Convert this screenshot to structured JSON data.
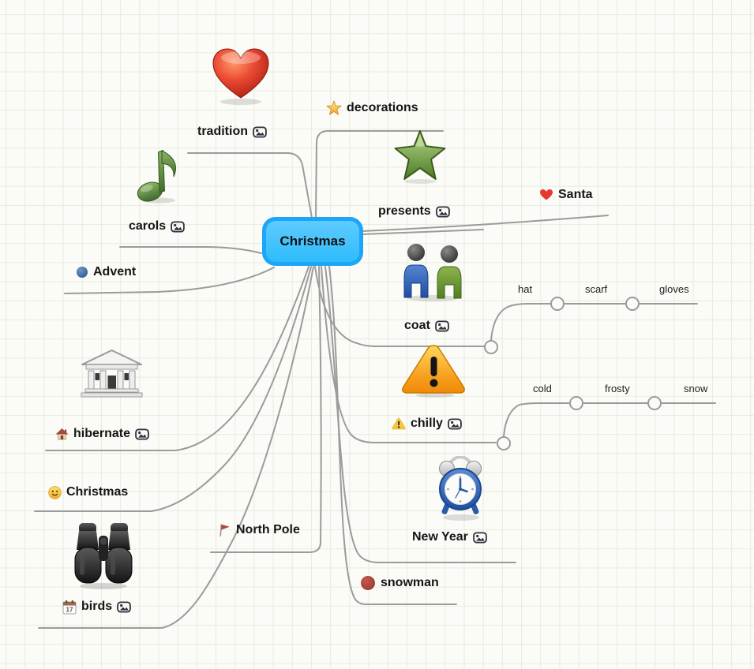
{
  "root": {
    "label": "Christmas"
  },
  "branches": {
    "tradition": {
      "label": "tradition",
      "has_image_icon": true
    },
    "carols": {
      "label": "carols",
      "has_image_icon": true
    },
    "advent": {
      "label": "Advent"
    },
    "hibernate": {
      "label": "hibernate",
      "has_image_icon": true
    },
    "christmas_left": {
      "label": "Christmas"
    },
    "birds": {
      "label": "birds",
      "has_image_icon": true,
      "calendar_day": "17"
    },
    "north_pole": {
      "label": "North Pole"
    },
    "decorations": {
      "label": "decorations"
    },
    "presents": {
      "label": "presents",
      "has_image_icon": true
    },
    "santa": {
      "label": "Santa"
    },
    "coat": {
      "label": "coat",
      "has_image_icon": true,
      "children": [
        {
          "label": "hat"
        },
        {
          "label": "scarf"
        },
        {
          "label": "gloves"
        }
      ]
    },
    "chilly": {
      "label": "chilly",
      "has_image_icon": true,
      "children": [
        {
          "label": "cold"
        },
        {
          "label": "frosty"
        },
        {
          "label": "snow"
        }
      ]
    },
    "new_year": {
      "label": "New Year",
      "has_image_icon": true
    },
    "snowman": {
      "label": "snowman"
    }
  },
  "icons": {
    "image_attachment": "picture-frame",
    "decorations_bullet": "gold-star",
    "santa_bullet": "red-heart",
    "chilly_bullet": "warning-triangle",
    "hibernate_bullet": "house",
    "christmas_left_bullet": "smiley-face",
    "birds_bullet": "calendar-17",
    "north_pole_bullet": "red-flag",
    "advent_bullet": "blue-circle",
    "snowman_bullet": "dark-red-circle",
    "tradition_image": "glossy-red-heart",
    "carols_image": "green-music-note",
    "presents_image": "green-star",
    "coat_image": "two-people",
    "chilly_image": "orange-warning-triangle",
    "hibernate_image": "classical-building",
    "birds_image": "black-binoculars",
    "new_year_image": "blue-alarm-clock"
  },
  "colors": {
    "node_border": "#1ca6f7",
    "node_fill": "#3fc2fd",
    "connector": "#9b9b9b",
    "text": "#161616",
    "advent_bullet": "#3d6fa8",
    "snowman_bullet": "#b0453e",
    "grid": "#e7ecdf",
    "paper": "#fbfbf7"
  }
}
